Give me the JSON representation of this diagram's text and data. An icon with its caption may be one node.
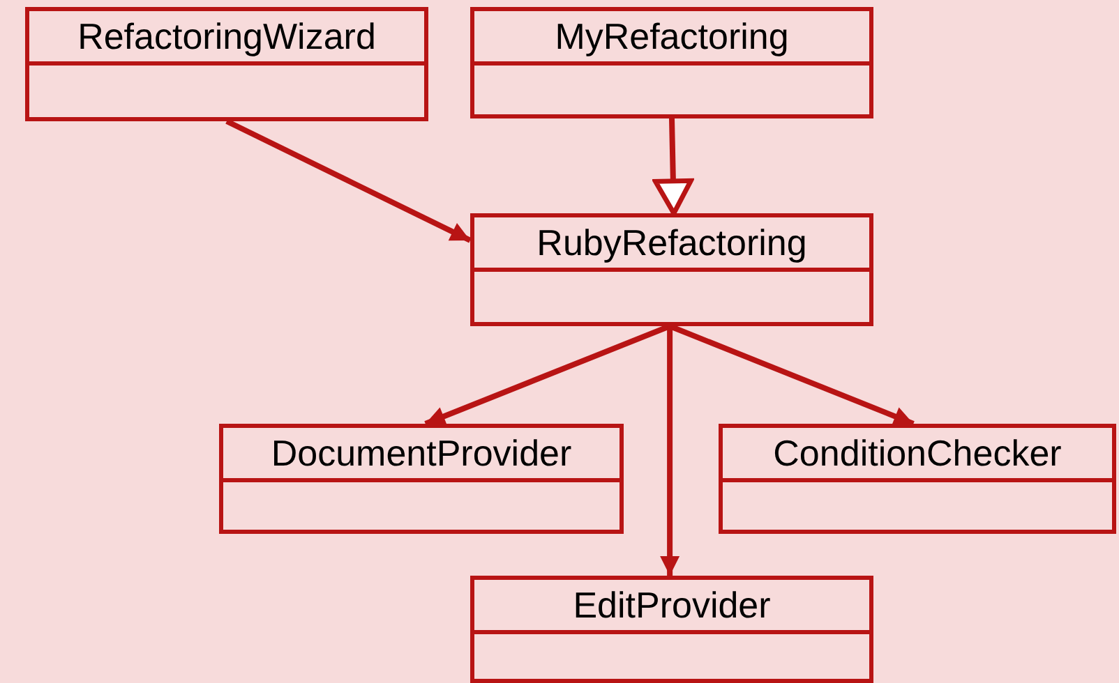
{
  "diagram": {
    "nodes": [
      {
        "text": [
          "RefactoringWizard"
        ]
      },
      {
        "text": [
          "MyRefactoring"
        ]
      },
      {
        "text": [
          "RubyRefactoring"
        ]
      },
      {
        "text": [
          "DocumentProvider"
        ]
      },
      {
        "text": [
          "ConditionChecker"
        ]
      },
      {
        "text": [
          "EditProvider"
        ]
      }
    ],
    "edges": [
      {
        "from": 0,
        "to": 2,
        "arrow": "to"
      },
      {
        "from": 1,
        "to": 2,
        "arrow": "to"
      },
      {
        "from": 2,
        "to": 3,
        "arrow": "to"
      },
      {
        "from": 2,
        "to": 5,
        "arrow": "to"
      },
      {
        "from": 2,
        "to": 4,
        "arrow": "to"
      }
    ]
  }
}
